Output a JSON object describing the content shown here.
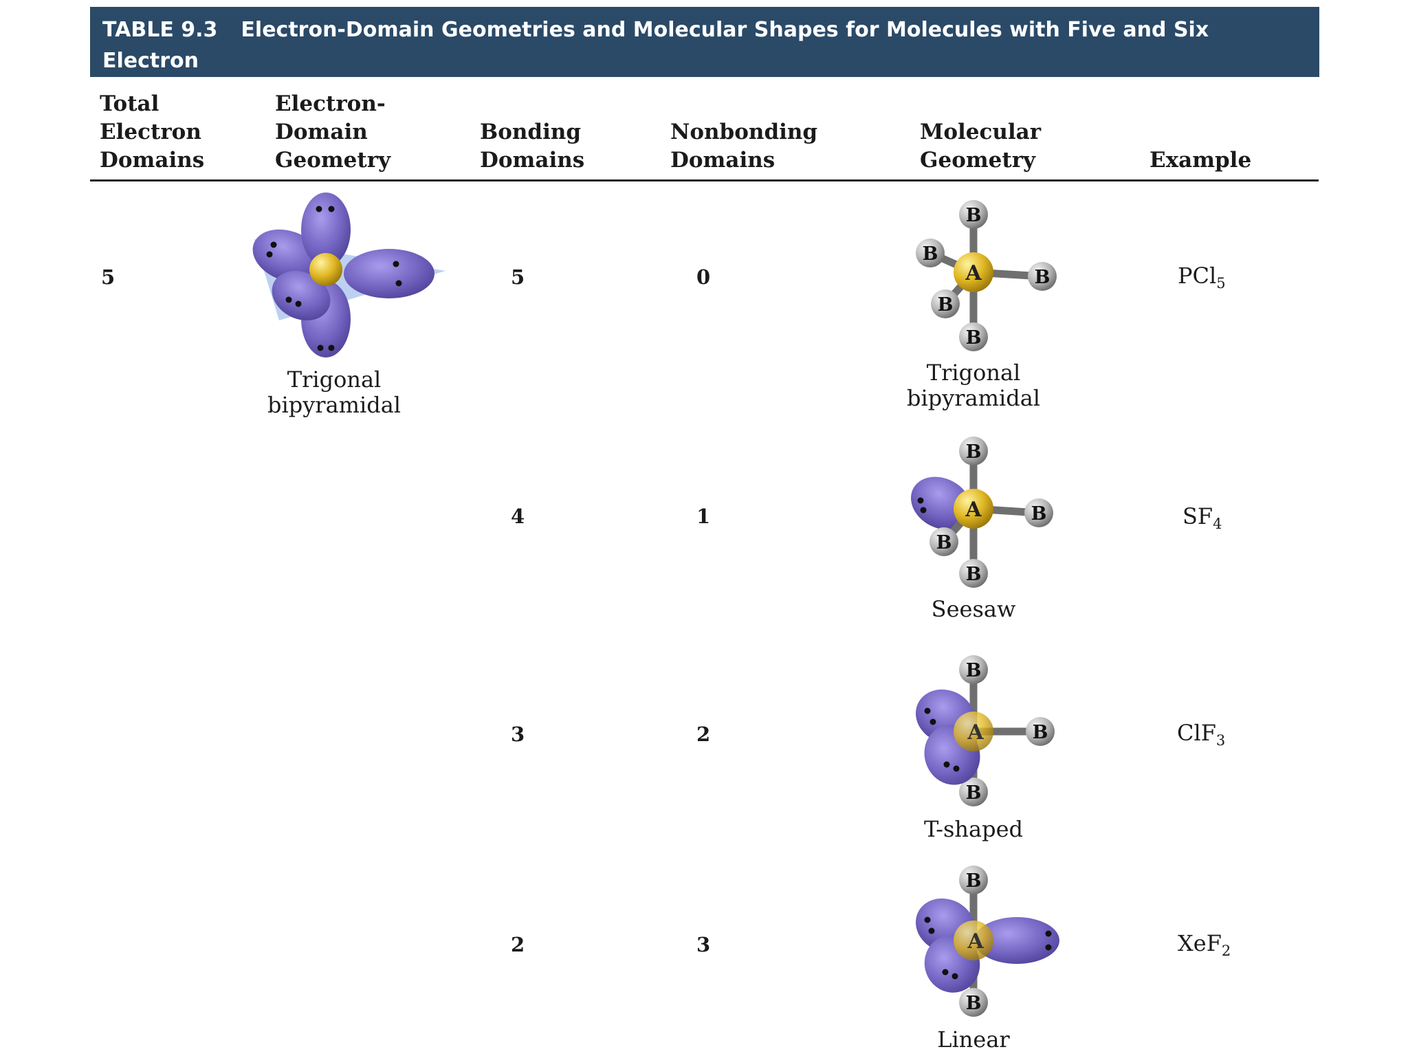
{
  "banner": {
    "label": "TABLE 9.3",
    "title": "Electron-Domain Geometries and Molecular Shapes for Molecules with Five and Six Electron",
    "title_line2": "Domains Around the Central Atom"
  },
  "columns": {
    "total": [
      "Total",
      "Electron",
      "Domains"
    ],
    "edg": [
      "Electron-",
      "Domain",
      "Geometry"
    ],
    "bonding": [
      "Bonding",
      "Domains"
    ],
    "nonbonding": [
      "Nonbonding",
      "Domains"
    ],
    "molecular": [
      "Molecular",
      "Geometry"
    ],
    "example": "Example"
  },
  "group": {
    "total": "5",
    "edg_caption": [
      "Trigonal",
      "bipyramidal"
    ]
  },
  "rows": [
    {
      "bonding": "5",
      "nonbonding": "0",
      "shape": [
        "Trigonal",
        "bipyramidal"
      ],
      "example_base": "PCl",
      "example_sub": "5"
    },
    {
      "bonding": "4",
      "nonbonding": "1",
      "shape": [
        "Seesaw"
      ],
      "example_base": "SF",
      "example_sub": "4"
    },
    {
      "bonding": "3",
      "nonbonding": "2",
      "shape": [
        "T-shaped"
      ],
      "example_base": "ClF",
      "example_sub": "3"
    },
    {
      "bonding": "2",
      "nonbonding": "3",
      "shape": [
        "Linear"
      ],
      "example_base": "XeF",
      "example_sub": "2"
    }
  ],
  "atoms": {
    "central": "A",
    "terminal": "B"
  },
  "colors": {
    "banner": "#2a4a68",
    "lobe": "#7466c2",
    "central_atom": "#d8b016",
    "terminal_atom": "#a9a9a9"
  }
}
